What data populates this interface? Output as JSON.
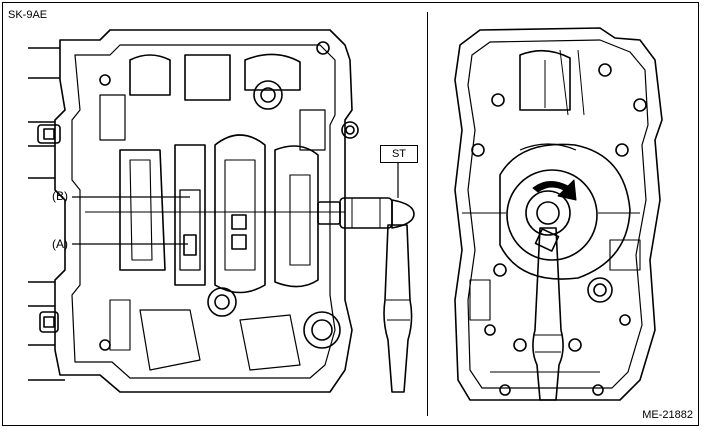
{
  "figure": {
    "code_top": "SK-9AE",
    "code_bottom": "ME-21882"
  },
  "callouts": {
    "b": "(B)",
    "a": "(A)",
    "st": "ST"
  }
}
